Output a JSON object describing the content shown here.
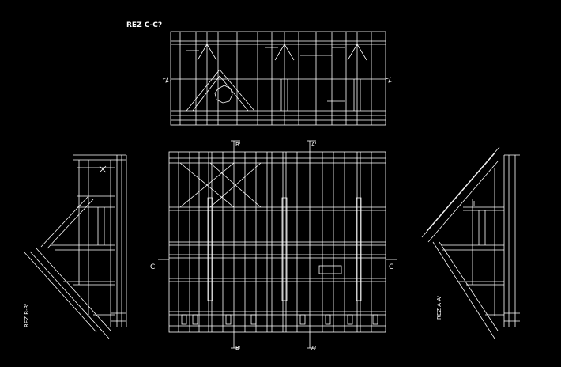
{
  "drawing": {
    "background": "#000000",
    "line_color": "#ffffff",
    "section_cc_title": "REZ C-C?",
    "section_bb_title": "REZ B-B'",
    "section_aa_title": "REZ A-A'",
    "marker_b_top": "B'",
    "marker_a_top": "A'",
    "marker_b_bottom": "B'",
    "marker_a_bottom": "A'",
    "marker_c_left": "C",
    "marker_c_right": "C"
  }
}
